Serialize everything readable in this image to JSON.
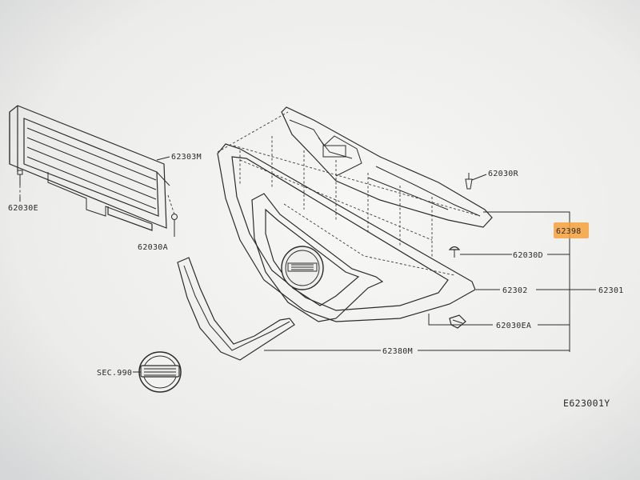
{
  "diagram": {
    "code": "E623001Y",
    "labels": {
      "p62303M": "62303M",
      "p62030E": "62030E",
      "p62030A": "62030A",
      "p62030R": "62030R",
      "p62398": "62398",
      "p62030D": "62030D",
      "p62302": "62302",
      "p62301": "62301",
      "p62030EA": "62030EA",
      "p62380M": "62380M",
      "sec990": "SEC.990"
    },
    "colors": {
      "highlight": "#f7a23b",
      "paper": "#f3f3f0",
      "line": "#2c2c2c"
    }
  }
}
